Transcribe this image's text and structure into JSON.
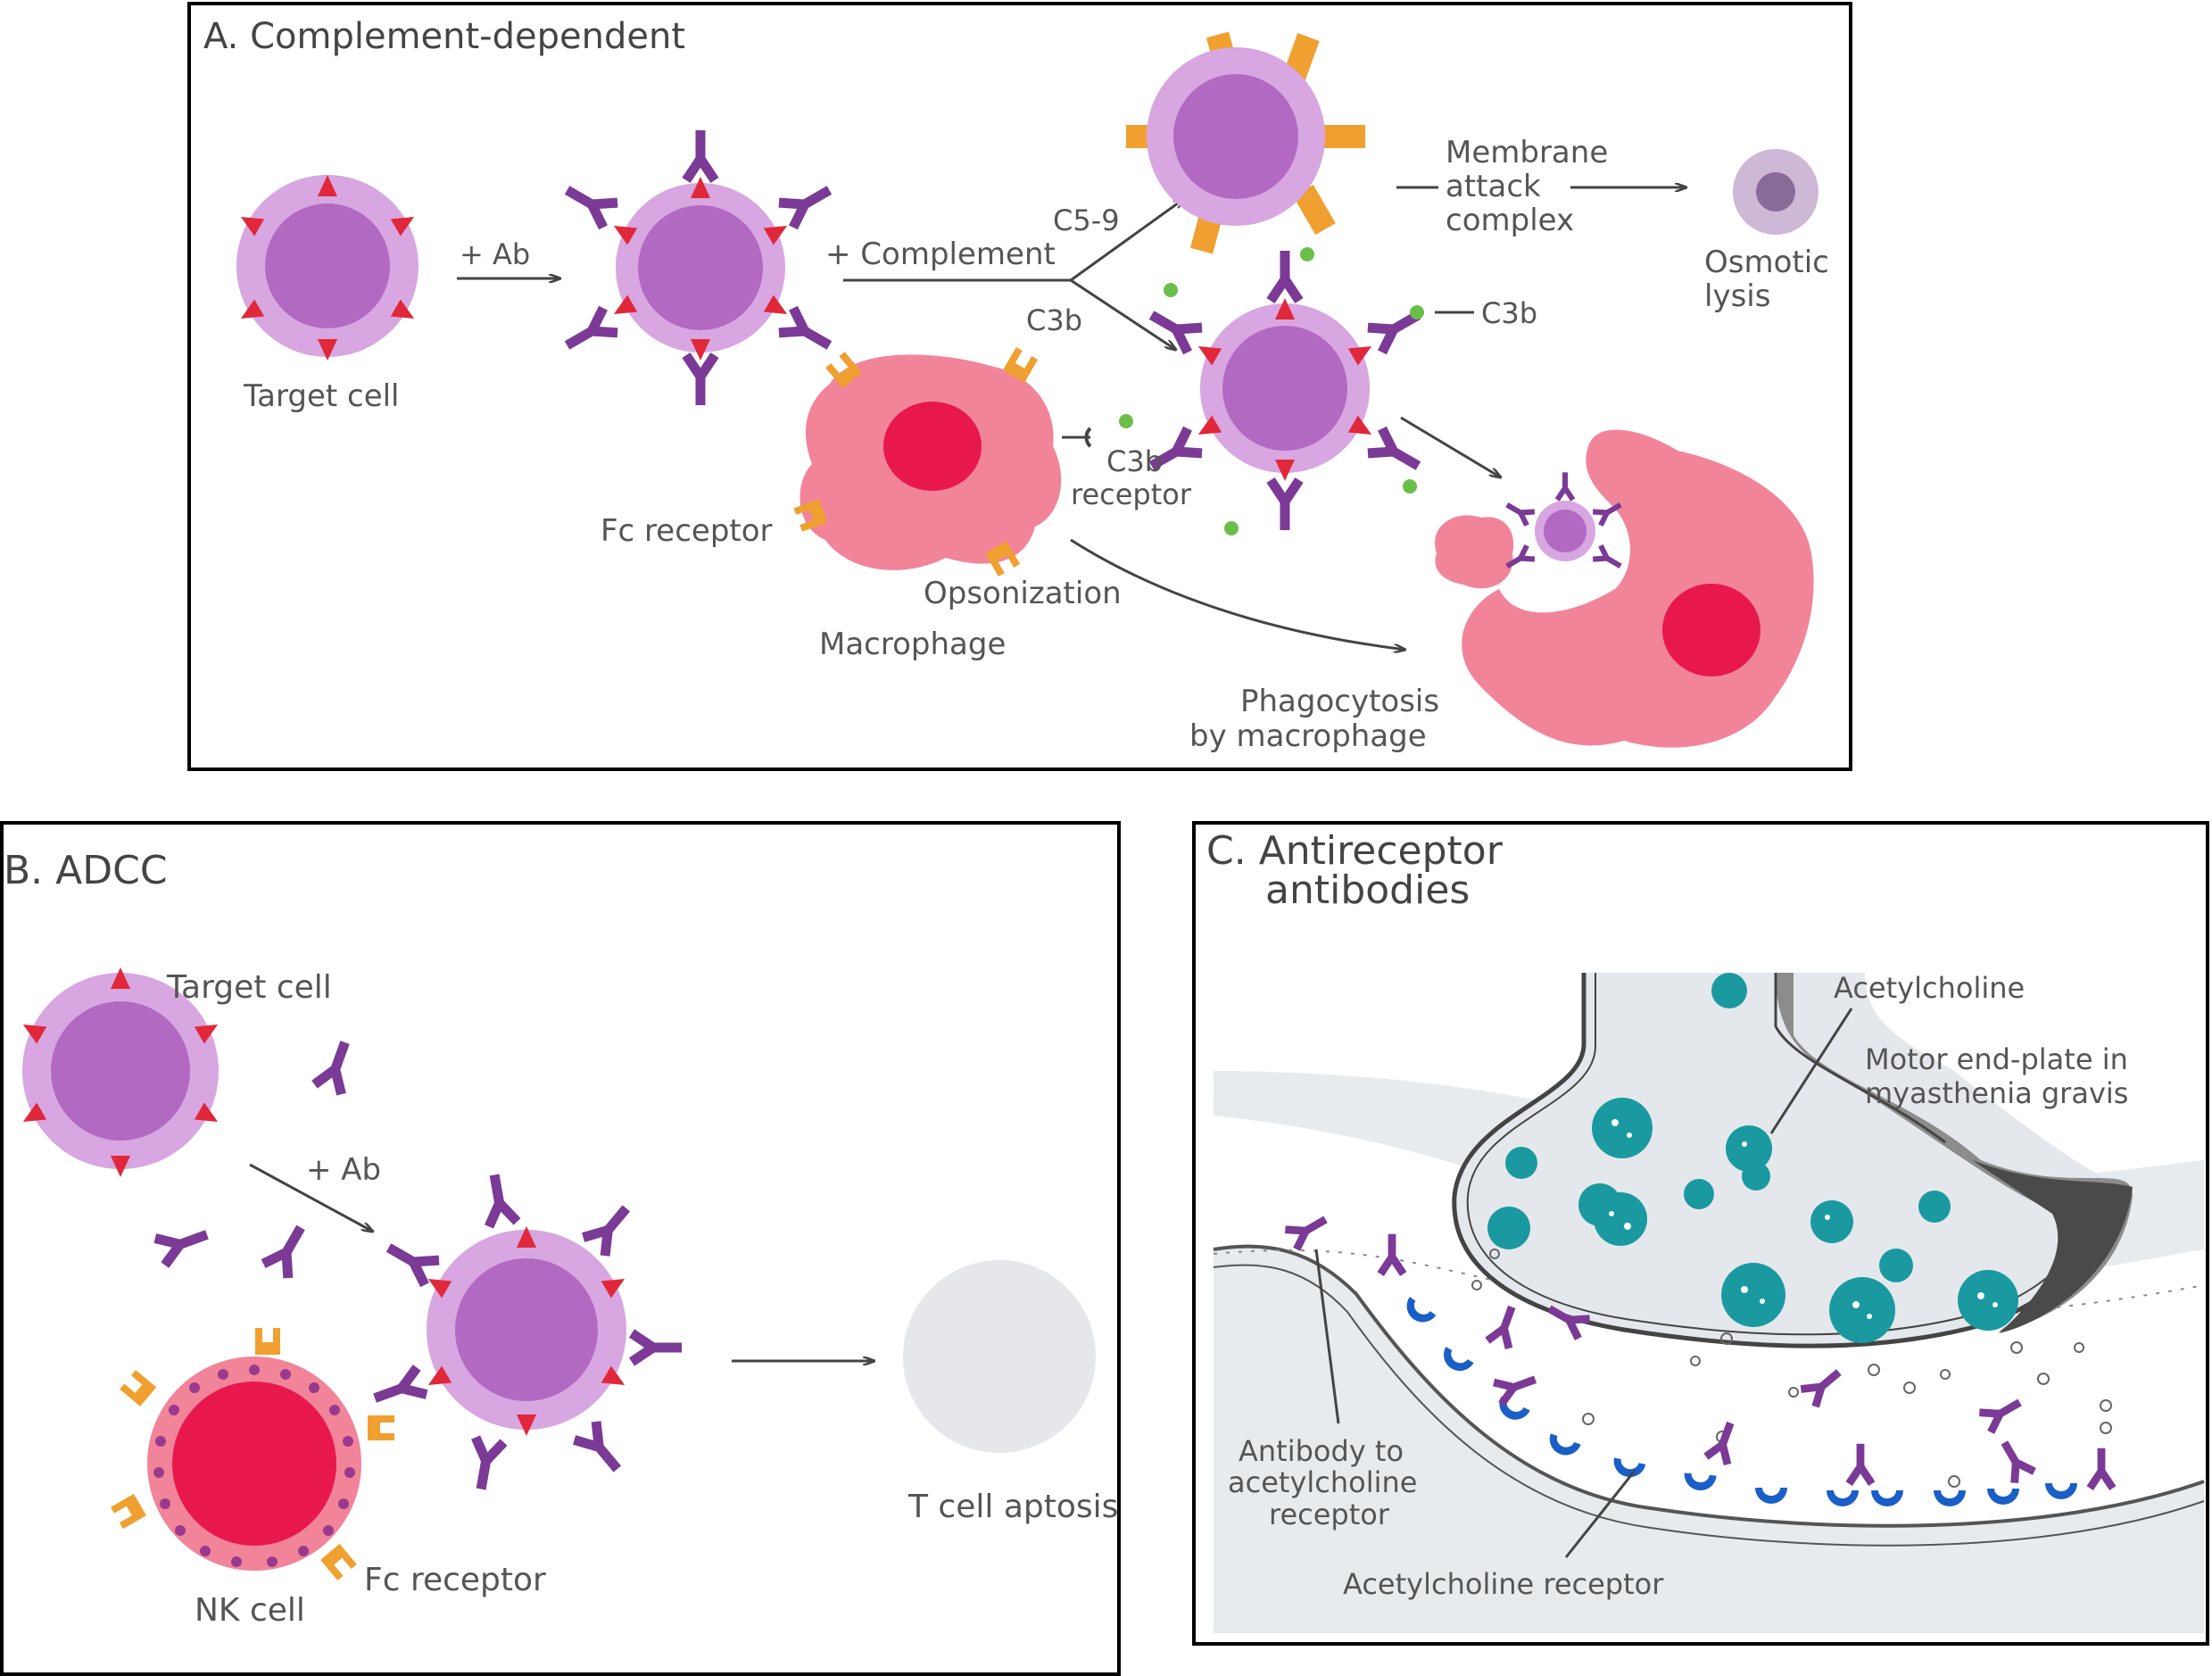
{
  "panel_a": {
    "title": "A. Complement-dependent",
    "labels": {
      "target_cell": "Target cell",
      "plus_ab": "+ Ab",
      "plus_complement": "+ Complement",
      "c5_9": "C5-9",
      "c3b_upper": "C3b",
      "c3b_right": "C3b",
      "membrane_attack_1": "Membrane",
      "membrane_attack_2": "attack",
      "membrane_attack_3": "complex",
      "osmotic_1": "Osmotic",
      "osmotic_2": "lysis",
      "c3b_receptor_1": "C3b",
      "c3b_receptor_2": "receptor",
      "fc_receptor": "Fc receptor",
      "opsonization": "Opsonization",
      "macrophage": "Macrophage",
      "phagocytosis_1": "Phagocytosis",
      "phagocytosis_2": "by macrophage"
    }
  },
  "panel_b": {
    "title": "B. ADCC",
    "labels": {
      "target_cell": "Target cell",
      "plus_ab": "+ Ab",
      "nk_cell": "NK cell",
      "fc_receptor": "Fc receptor",
      "t_cell_apoptosis": "T cell aptosis"
    }
  },
  "panel_c": {
    "title_1": "C. Antireceptor",
    "title_2": "antibodies",
    "labels": {
      "acetylcholine": "Acetylcholine",
      "motor_1": "Motor end-plate in",
      "motor_2": "myasthenia gravis",
      "antibody_1": "Antibody to",
      "antibody_2": "acetylcholine",
      "antibody_3": "receptor",
      "ach_receptor": "Acetylcholine receptor"
    }
  },
  "colors": {
    "cell_outer": "#d8a6e0",
    "cell_inner": "#b169c2",
    "antigen": "#e0283a",
    "antibody": "#7b3a96",
    "macrophage": "#f2849a",
    "nucleus": "#e8184f",
    "fc_receptor": "#f0a030",
    "c3b": "#6abf4b",
    "vesicle": "#1a9aa0",
    "ach_receptor": "#1a5fc8",
    "synapse_fill": "#e8ebee"
  }
}
